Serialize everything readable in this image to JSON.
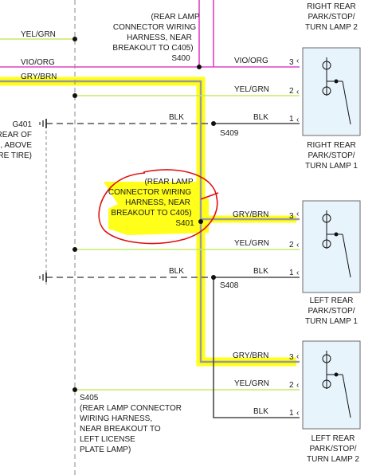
{
  "colors": {
    "pink": "#e040c8",
    "yelgrn": "#c8e86a",
    "gry": "#8a8a8a",
    "blk": "#4a4a4a",
    "highlight": "#ffff1a",
    "lamp_fill": "#e8f4fc",
    "annotation_red": "#e01010"
  },
  "top_callout": [
    "(REAR LAMP",
    "CONNECTOR WIRING",
    "HARNESS, NEAR",
    "BREAKOUT TO C405)",
    "S400"
  ],
  "left_wires": {
    "yel_grn": "YEL/GRN",
    "vio_org": "VIO/ORG",
    "gry_brn": "GRY/BRN"
  },
  "ground": {
    "id": "G401",
    "text": [
      "REAR OF",
      ", ABOVE",
      "RE TIRE)"
    ]
  },
  "lamps": [
    {
      "title": [
        "RIGHT REAR",
        "PARK/STOP/",
        "TURN LAMP 2"
      ],
      "wires": [
        {
          "label": "VIO/ORG",
          "pin": "3"
        },
        {
          "label": "YEL/GRN",
          "pin": "2"
        },
        {
          "label": "BLK",
          "pin": "1"
        }
      ]
    },
    {
      "title": [
        "RIGHT REAR",
        "PARK/STOP/",
        "TURN LAMP 1"
      ],
      "wires": []
    },
    {
      "title": [
        "LEFT REAR",
        "PARK/STOP/",
        "TURN LAMP 1"
      ],
      "wires": [
        {
          "label": "GRY/BRN",
          "pin": "3"
        },
        {
          "label": "YEL/GRN",
          "pin": "2"
        },
        {
          "label": "BLK",
          "pin": "1"
        }
      ]
    },
    {
      "title": [
        "LEFT REAR",
        "PARK/STOP/",
        "TURN LAMP 2"
      ],
      "wires": [
        {
          "label": "GRY/BRN",
          "pin": "3"
        },
        {
          "label": "YEL/GRN",
          "pin": "2"
        },
        {
          "label": "BLK",
          "pin": "1"
        }
      ]
    }
  ],
  "blk_upper": "BLK",
  "blk_mid": "BLK",
  "splices": {
    "s409": "S409",
    "s408": "S408",
    "s401": "S401"
  },
  "circled_callout": [
    "(REAR LAMP",
    "CONNECTOR WIRING",
    "HARNESS, NEAR",
    "BREAKOUT TO C405)"
  ],
  "s405_callout": [
    "S405",
    "(REAR LAMP CONNECTOR",
    "WIRING HARNESS,",
    "NEAR BREAKOUT TO",
    "LEFT LICENSE",
    "PLATE LAMP)"
  ]
}
